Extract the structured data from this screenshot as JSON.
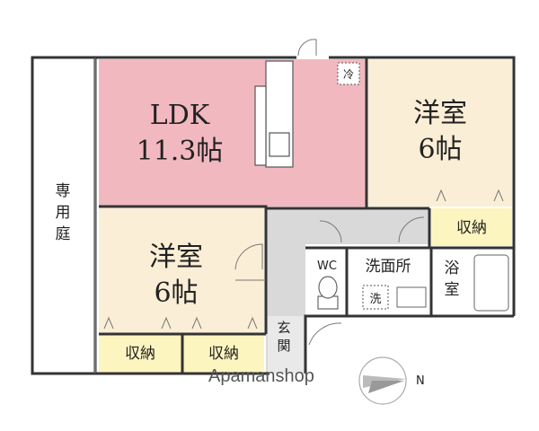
{
  "rooms": {
    "ldk": {
      "name": "LDK",
      "size": "11.3帖",
      "color": "#f2b8c0"
    },
    "bedroom_north": {
      "name": "洋室",
      "size": "6帖",
      "color": "#fbeed6"
    },
    "bedroom_south": {
      "name": "洋室",
      "size": "6帖",
      "color": "#fbeed6"
    },
    "private_garden": {
      "name": "専用庭"
    },
    "storage_1": {
      "name": "収納",
      "color": "#fdf5bf"
    },
    "storage_2": {
      "name": "収納",
      "color": "#fdf5bf"
    },
    "storage_3": {
      "name": "収納",
      "color": "#fdf5bf"
    },
    "toilet": {
      "name": "WC"
    },
    "washroom": {
      "name": "洗面所"
    },
    "washer": {
      "name": "洗"
    },
    "bathroom": {
      "name": "浴室"
    },
    "entrance": {
      "name": "玄関"
    },
    "fridge": {
      "name": "冷"
    },
    "hall_color": "#d9d9d9"
  },
  "watermark": "Apamanshop",
  "compass": {
    "label": "N"
  }
}
